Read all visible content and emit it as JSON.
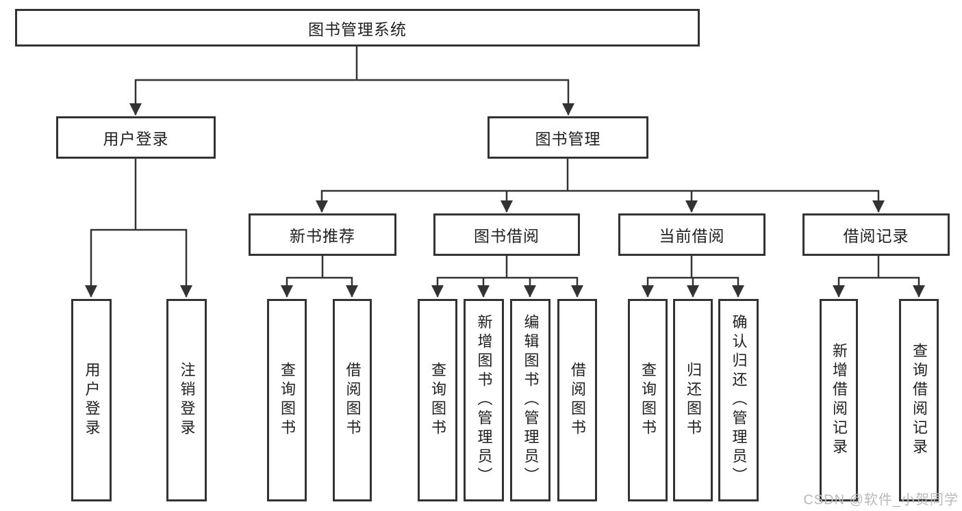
{
  "diagram": {
    "title": "图书管理系统",
    "watermark": "CSDN @软件_小贺同学",
    "colors": {
      "line": "#333333",
      "box_border": "#333333",
      "text": "#1f1f1f",
      "watermark": "#b9b9b9",
      "background": "#ffffff"
    },
    "nodes": {
      "root": {
        "label": "图书管理系统"
      },
      "level2": [
        {
          "label": "用户登录"
        },
        {
          "label": "图书管理"
        }
      ],
      "level3": [
        {
          "parent": "图书管理",
          "label": "新书推荐"
        },
        {
          "parent": "图书管理",
          "label": "图书借阅"
        },
        {
          "parent": "图书管理",
          "label": "当前借阅"
        },
        {
          "parent": "图书管理",
          "label": "借阅记录"
        }
      ],
      "leaves": [
        {
          "parent": "用户登录",
          "label": "用户登录"
        },
        {
          "parent": "用户登录",
          "label": "注销登录"
        },
        {
          "parent": "新书推荐",
          "label": "查询图书"
        },
        {
          "parent": "新书推荐",
          "label": "借阅图书"
        },
        {
          "parent": "图书借阅",
          "label": "查询图书"
        },
        {
          "parent": "图书借阅",
          "label": "新增图书（管理员）"
        },
        {
          "parent": "图书借阅",
          "label": "编辑图书（管理员）"
        },
        {
          "parent": "图书借阅",
          "label": "借阅图书"
        },
        {
          "parent": "当前借阅",
          "label": "查询图书"
        },
        {
          "parent": "当前借阅",
          "label": "归还图书"
        },
        {
          "parent": "当前借阅",
          "label": "确认归还（管理员）"
        },
        {
          "parent": "借阅记录",
          "label": "新增借阅记录"
        },
        {
          "parent": "借阅记录",
          "label": "查询借阅记录"
        }
      ]
    }
  }
}
